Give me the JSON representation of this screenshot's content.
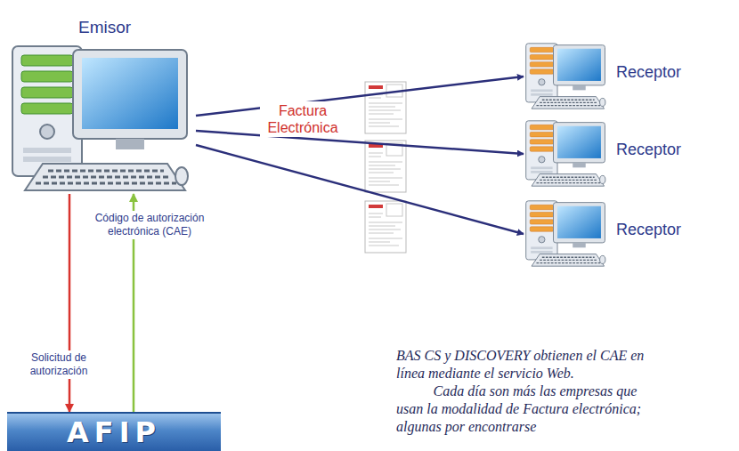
{
  "diagram": {
    "nodes": [
      {
        "text": [
          "Emisor"
        ]
      },
      {
        "text": [
          "Receptor"
        ]
      },
      {
        "text": [
          "Receptor"
        ]
      },
      {
        "text": [
          "Receptor"
        ]
      },
      {
        "text": [
          "AFIP"
        ]
      }
    ],
    "edges": [
      {
        "from": 0,
        "to": 1,
        "arrow": "to"
      },
      {
        "from": 0,
        "to": 2,
        "arrow": "to",
        "label": "Factura Electrónica"
      },
      {
        "from": 0,
        "to": 3,
        "arrow": "to"
      },
      {
        "from": 0,
        "to": 4,
        "arrow": "to",
        "label": "Solicitud de autorización"
      },
      {
        "from": 4,
        "to": 0,
        "arrow": "to",
        "label": "Código de autorización electrónica (CAE)"
      }
    ],
    "labels": [
      "BAS CS y DISCOVERY obtienen el CAE en línea mediante el servicio Web.",
      "Cada día son más las empresas que usan la modalidad de Factura electrónica; algunas por encontrarse"
    ]
  }
}
